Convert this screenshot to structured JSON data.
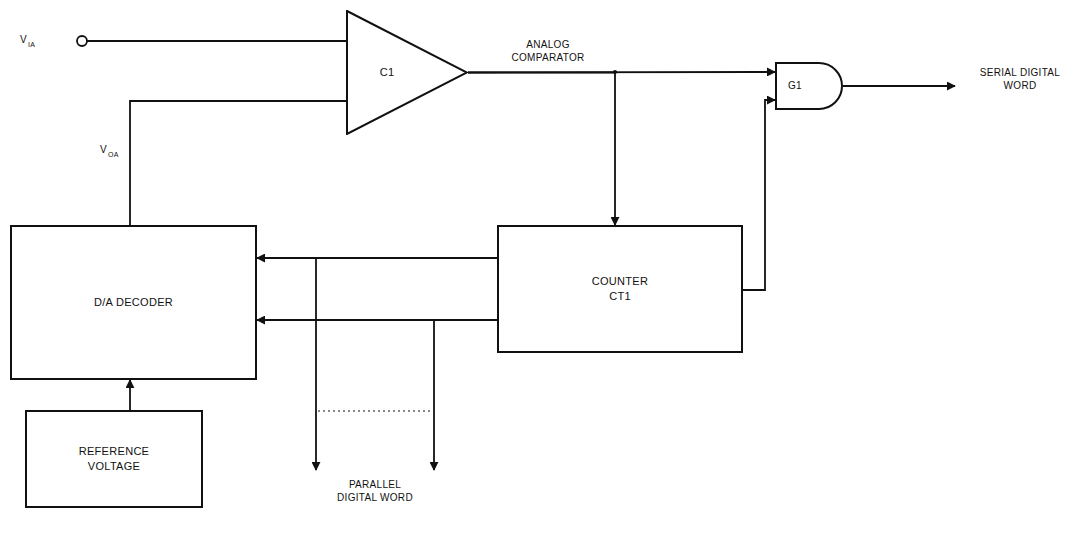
{
  "diagram": {
    "nodes": [
      {
        "text": [
          "C1"
        ]
      },
      {
        "text": [
          "G1"
        ]
      },
      {
        "text": [
          "D/A DECODER"
        ]
      },
      {
        "text": [
          "COUNTER CT1"
        ]
      },
      {
        "text": [
          "REFERENCE VOLTAGE"
        ]
      }
    ],
    "edges": [
      {
        "from": 0,
        "to": 1,
        "arrow": "to"
      },
      {
        "from": 0,
        "to": 3,
        "arrow": "to"
      },
      {
        "from": 3,
        "to": 1,
        "arrow": "to"
      },
      {
        "from": 3,
        "to": 2,
        "arrow": "to"
      },
      {
        "from": 3,
        "to": 2,
        "arrow": "to"
      },
      {
        "from": 4,
        "to": 2,
        "arrow": "to"
      },
      {
        "from": 2,
        "to": 0,
        "arrow": "none"
      }
    ],
    "labels": [
      "V",
      "IA",
      "V",
      "OA",
      "ANALOG COMPARATOR",
      "SERIAL DIGITAL WORD",
      "PARALLEL DIGITAL WORD"
    ]
  }
}
